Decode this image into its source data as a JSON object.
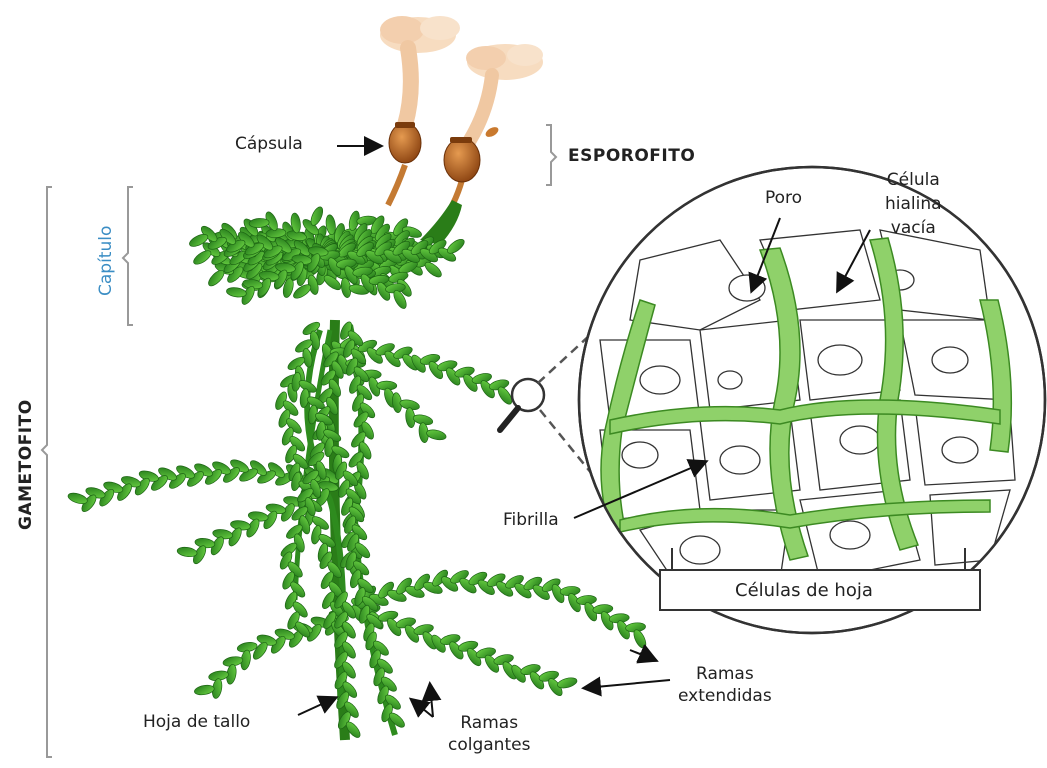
{
  "labels": {
    "esporofito": "ESPOROFITO",
    "gametofito": "GAMETOFITO",
    "capitulo": "Capítulo",
    "capsula": "Cápsula",
    "poro": "Poro",
    "celula_hialina_line1": "Célula",
    "celula_hialina_line2": "hialina",
    "celula_hialina_line3": "vacía",
    "fibrilla": "Fibrilla",
    "celulas_de_hoja": "Células de hoja",
    "ramas_extendidas_line1": "Ramas",
    "ramas_extendidas_line2": "extendidas",
    "hoja_de_tallo": "Hoja de tallo",
    "ramas_colgantes_line1": "Ramas",
    "ramas_colgantes_line2": "colgantes"
  },
  "colors": {
    "leaf_dark": "#2e8b1e",
    "leaf_light": "#5fc43a",
    "stem": "#2a7d18",
    "capsule": "#b5651d",
    "spores": "#f6d6b4",
    "cell_green": "#8fd16a",
    "bracket": "#999999",
    "capitulo_text": "#3a8dc4"
  }
}
